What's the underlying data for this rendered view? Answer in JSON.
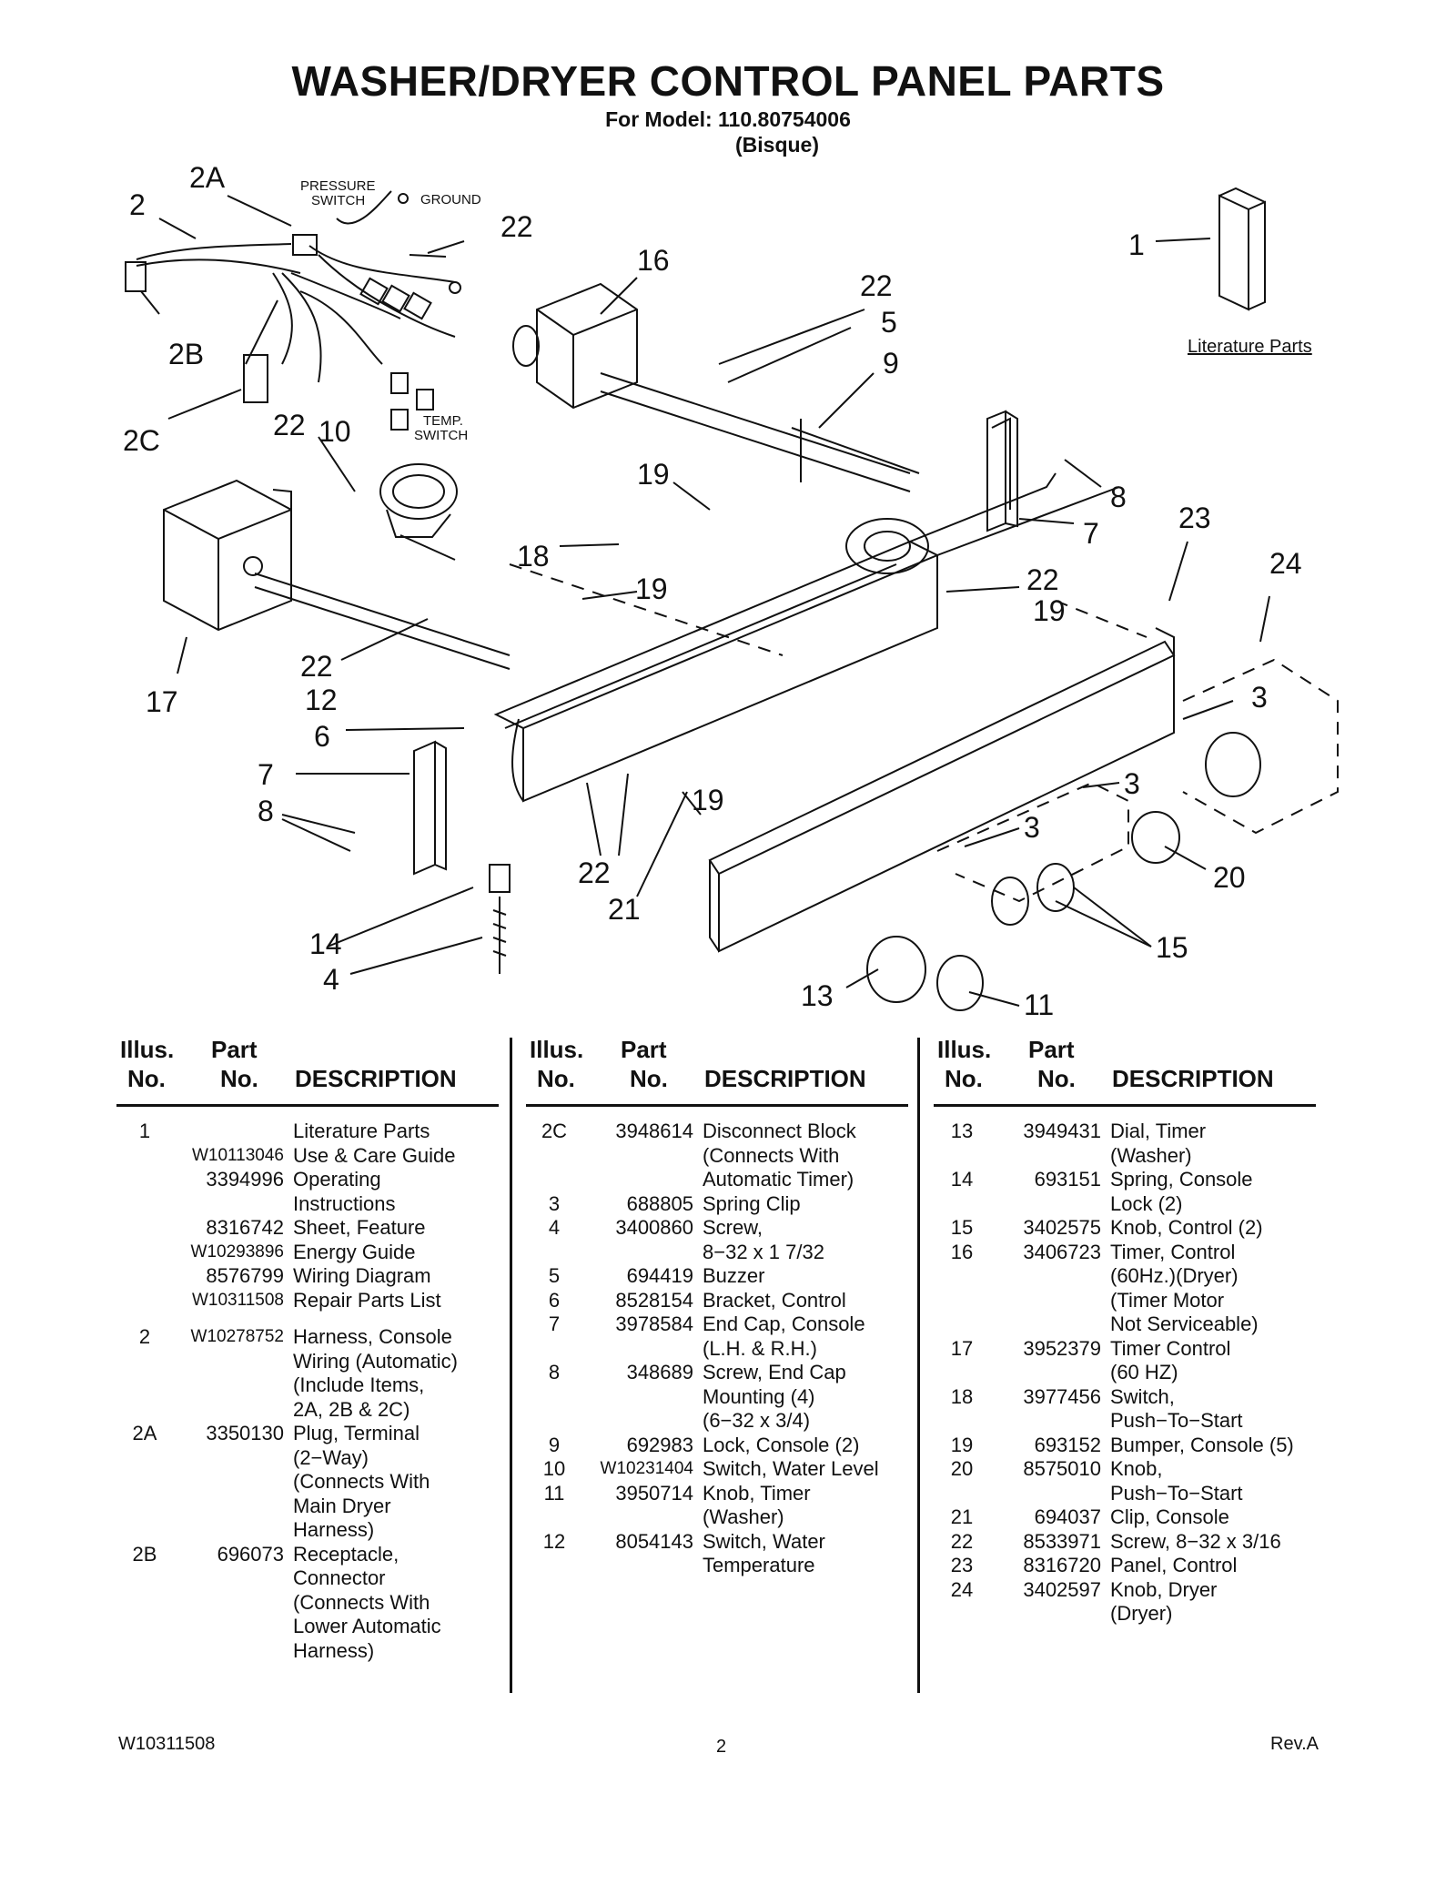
{
  "header": {
    "title": "WASHER/DRYER CONTROL PANEL PARTS",
    "model_line": "For Model: 110.80754006",
    "color": "(Bisque)"
  },
  "diagram": {
    "labels": {
      "pressure_switch": [
        "PRESSURE",
        "SWITCH"
      ],
      "ground": "GROUND",
      "temp_switch": [
        "TEMP.",
        "SWITCH"
      ],
      "literature_parts": "Literature Parts"
    },
    "callouts": [
      "2A",
      "2",
      "22",
      "16",
      "1",
      "22",
      "5",
      "2B",
      "9",
      "2C",
      "22",
      "10",
      "19",
      "8",
      "7",
      "23",
      "18",
      "19",
      "22",
      "19",
      "24",
      "17",
      "22",
      "12",
      "3",
      "6",
      "7",
      "8",
      "3",
      "3",
      "22",
      "21",
      "19",
      "20",
      "14",
      "4",
      "15",
      "13",
      "11"
    ]
  },
  "table": {
    "headers": {
      "illus_1": "Illus.",
      "illus_2": "No.",
      "part_1": "Part",
      "part_2": "No.",
      "desc": "DESCRIPTION"
    },
    "columns": [
      [
        {
          "illus": "1",
          "part": "",
          "desc": [
            "Literature Parts"
          ]
        },
        {
          "illus": "",
          "part": "W10113046",
          "desc": [
            "Use & Care Guide"
          ]
        },
        {
          "illus": "",
          "part": "3394996",
          "desc": [
            "Operating",
            "Instructions"
          ]
        },
        {
          "illus": "",
          "part": "8316742",
          "desc": [
            "Sheet, Feature"
          ]
        },
        {
          "illus": "",
          "part": "W10293896",
          "desc": [
            "Energy Guide"
          ]
        },
        {
          "illus": "",
          "part": "8576799",
          "desc": [
            "Wiring Diagram"
          ]
        },
        {
          "illus": "",
          "part": "W10311508",
          "desc": [
            "Repair Parts List"
          ]
        },
        {
          "gap": true
        },
        {
          "illus": "2",
          "part": "W10278752",
          "desc": [
            "Harness, Console",
            "Wiring (Automatic)",
            "(Include Items,",
            "2A, 2B & 2C)"
          ]
        },
        {
          "illus": "2A",
          "part": "3350130",
          "desc": [
            "Plug, Terminal",
            "(2−Way)",
            "(Connects With",
            "Main Dryer",
            "Harness)"
          ]
        },
        {
          "illus": "2B",
          "part": "696073",
          "desc": [
            "Receptacle,",
            "Connector",
            "(Connects With",
            "Lower Automatic",
            "Harness)"
          ]
        }
      ],
      [
        {
          "illus": "2C",
          "part": "3948614",
          "desc": [
            "Disconnect Block",
            "(Connects With",
            "Automatic Timer)"
          ]
        },
        {
          "illus": "3",
          "part": "688805",
          "desc": [
            "Spring Clip"
          ]
        },
        {
          "illus": "4",
          "part": "3400860",
          "desc": [
            "Screw,",
            "8−32 x 1 7/32"
          ]
        },
        {
          "illus": "5",
          "part": "694419",
          "desc": [
            "Buzzer"
          ]
        },
        {
          "illus": "6",
          "part": "8528154",
          "desc": [
            "Bracket, Control"
          ]
        },
        {
          "illus": "7",
          "part": "3978584",
          "desc": [
            "End Cap, Console",
            "(L.H. & R.H.)"
          ]
        },
        {
          "illus": "8",
          "part": "348689",
          "desc": [
            "Screw, End Cap",
            "Mounting (4)",
            "(6−32 x 3/4)"
          ]
        },
        {
          "illus": "9",
          "part": "692983",
          "desc": [
            "Lock, Console (2)"
          ]
        },
        {
          "illus": "10",
          "part": "W10231404",
          "desc": [
            "Switch, Water Level"
          ]
        },
        {
          "illus": "11",
          "part": "3950714",
          "desc": [
            "Knob, Timer",
            "(Washer)"
          ]
        },
        {
          "illus": "12",
          "part": "8054143",
          "desc": [
            "Switch, Water",
            "Temperature"
          ]
        }
      ],
      [
        {
          "illus": "13",
          "part": "3949431",
          "desc": [
            "Dial, Timer",
            "(Washer)"
          ]
        },
        {
          "illus": "14",
          "part": "693151",
          "desc": [
            "Spring, Console",
            "Lock (2)"
          ]
        },
        {
          "illus": "15",
          "part": "3402575",
          "desc": [
            "Knob, Control (2)"
          ]
        },
        {
          "illus": "16",
          "part": "3406723",
          "desc": [
            "Timer, Control",
            "(60Hz.)(Dryer)",
            "(Timer Motor",
            "Not Serviceable)"
          ]
        },
        {
          "illus": "17",
          "part": "3952379",
          "desc": [
            "Timer Control",
            "(60 HZ)"
          ]
        },
        {
          "illus": "18",
          "part": "3977456",
          "desc": [
            "Switch,",
            "Push−To−Start"
          ]
        },
        {
          "illus": "19",
          "part": "693152",
          "desc": [
            "Bumper, Console (5)"
          ]
        },
        {
          "illus": "20",
          "part": "8575010",
          "desc": [
            "Knob,",
            "Push−To−Start"
          ]
        },
        {
          "illus": "21",
          "part": "694037",
          "desc": [
            "Clip, Console"
          ]
        },
        {
          "illus": "22",
          "part": "8533971",
          "desc": [
            "Screw, 8−32 x 3/16"
          ]
        },
        {
          "illus": "23",
          "part": "8316720",
          "desc": [
            "Panel, Control"
          ]
        },
        {
          "illus": "24",
          "part": "3402597",
          "desc": [
            "Knob, Dryer",
            "(Dryer)"
          ]
        }
      ]
    ]
  },
  "footer": {
    "doc_number": "W10311508",
    "page": "2",
    "revision": "Rev.A"
  }
}
